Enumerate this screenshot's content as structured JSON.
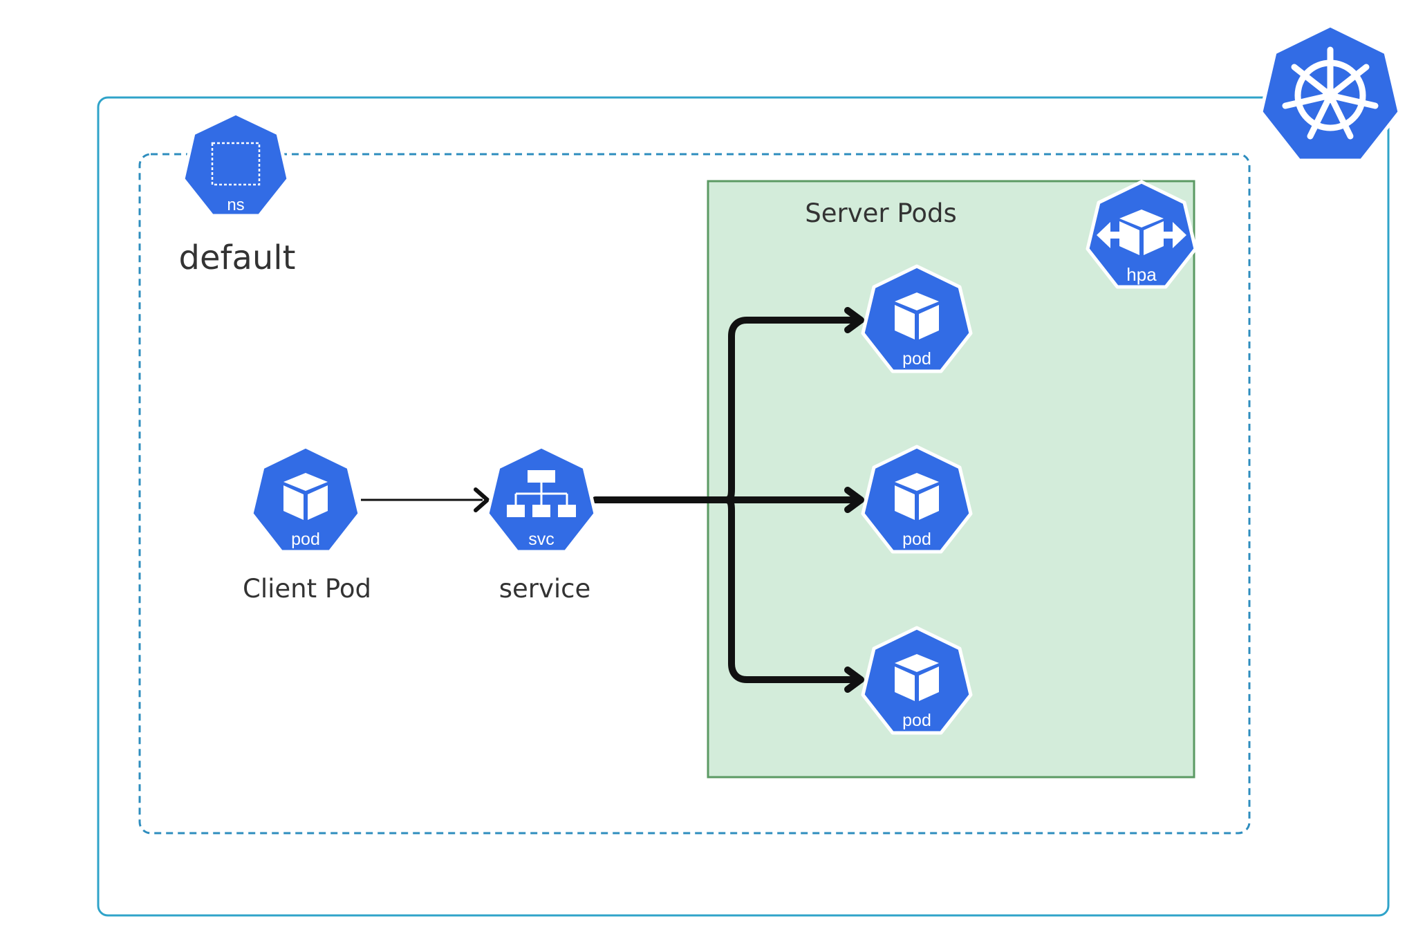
{
  "colors": {
    "k8s_blue": "#326CE5",
    "cluster_border": "#2FA3C9",
    "namespace_border": "#2E8DBE",
    "server_fill": "#D3ECDA",
    "server_border": "#5B9A63",
    "arrow": "#111111"
  },
  "cluster": {
    "icon": "kubernetes-helm-wheel-icon"
  },
  "namespace": {
    "icon_label": "ns",
    "name": "default"
  },
  "server_group": {
    "title": "Server Pods",
    "hpa_label": "hpa"
  },
  "client": {
    "icon_label": "pod",
    "name": "Client Pod"
  },
  "service": {
    "icon_label": "svc",
    "name": "service"
  },
  "server_pods": [
    {
      "icon_label": "pod"
    },
    {
      "icon_label": "pod"
    },
    {
      "icon_label": "pod"
    }
  ]
}
